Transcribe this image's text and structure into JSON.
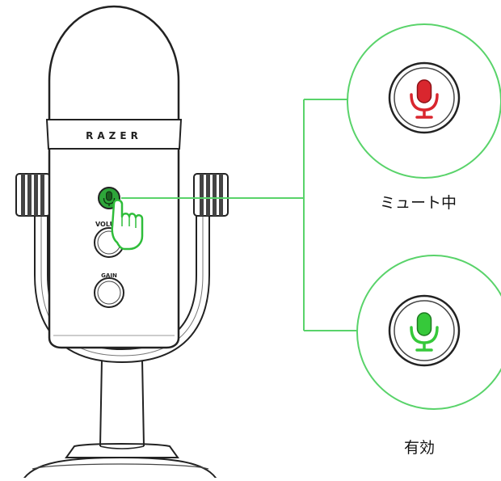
{
  "microphone": {
    "brand_text": "RAZER",
    "volume_label": "VOLUME",
    "gain_label": "GAIN"
  },
  "states": [
    {
      "label": "ミュート中",
      "icon": "microphone-icon",
      "color": "#d9262e"
    },
    {
      "label": "有効",
      "icon": "microphone-icon",
      "color": "#36c93a"
    }
  ],
  "colors": {
    "callout_line": "#59d36a",
    "mute_button": "#2ea63a",
    "outline": "#222222"
  }
}
